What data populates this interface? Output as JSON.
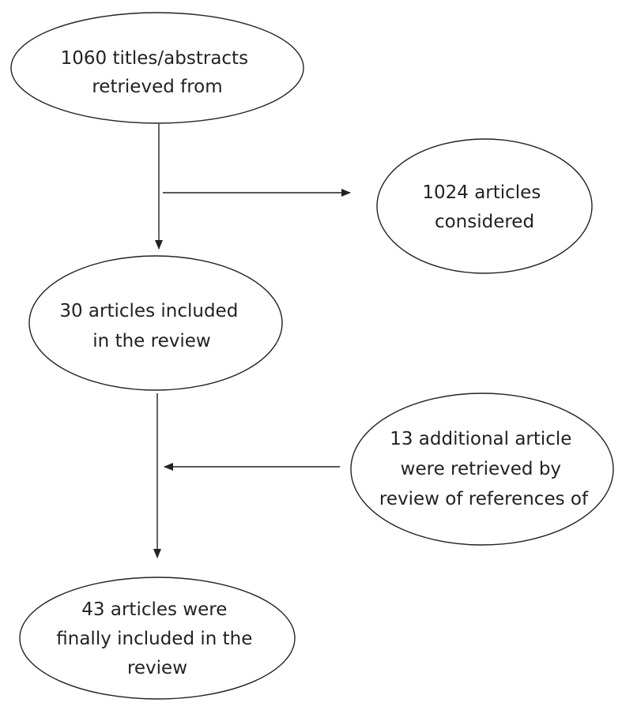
{
  "diagram": {
    "nodes": [
      {
        "id": "retrieved",
        "lines": [
          "1060 titles/abstracts",
          "retrieved from"
        ]
      },
      {
        "id": "considered",
        "lines": [
          "1024 articles",
          "considered"
        ]
      },
      {
        "id": "included",
        "lines": [
          "30 articles included",
          "in the review"
        ]
      },
      {
        "id": "additional",
        "lines": [
          "13 additional article",
          "were retrieved by",
          "review of references of"
        ]
      },
      {
        "id": "final",
        "lines": [
          "43 articles were",
          "finally included in the",
          "review"
        ]
      }
    ]
  }
}
